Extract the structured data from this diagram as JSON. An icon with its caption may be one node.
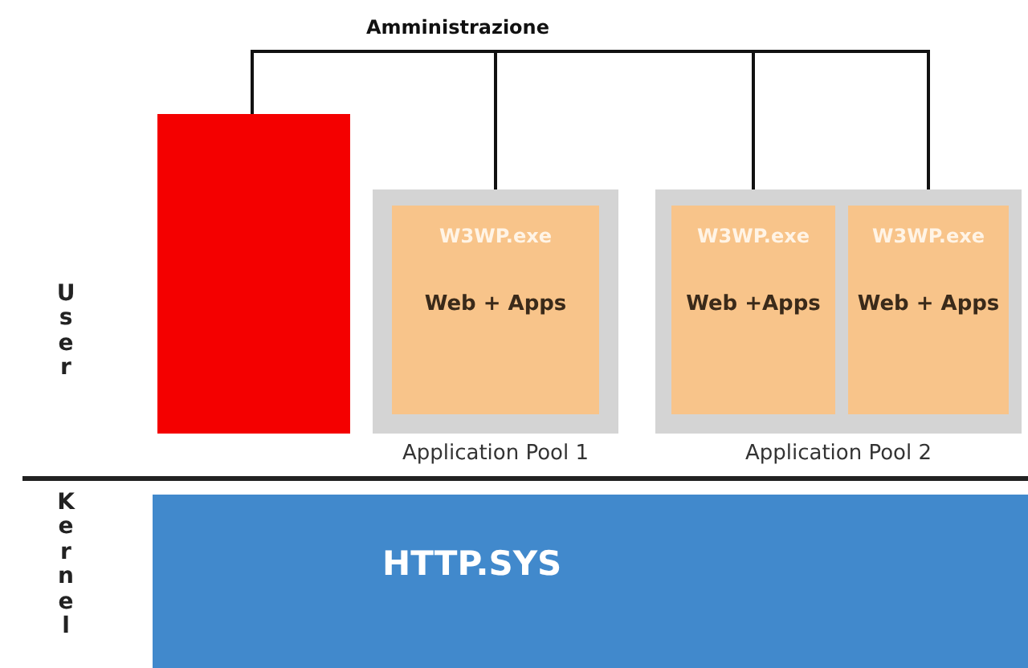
{
  "diagram": {
    "nodes": [
      {
        "text": [],
        "shape": "box"
      },
      {
        "text": [
          "Application Pool 1"
        ]
      },
      {
        "text": [
          "W3WP.exe",
          "Web + Apps"
        ],
        "in": 1
      },
      {
        "text": [
          "Application Pool 2"
        ]
      },
      {
        "text": [
          "W3WP.exe",
          "Web +Apps"
        ],
        "in": 3
      },
      {
        "text": [
          "W3WP.exe",
          "Web + Apps"
        ],
        "in": 3
      },
      {
        "text": [
          "HTTP.SYS"
        ]
      }
    ],
    "edges": [
      {
        "from": 0,
        "to": 1,
        "arrow": "none"
      },
      {
        "from": 0,
        "to": 4,
        "arrow": "none"
      },
      {
        "from": 0,
        "to": 5,
        "arrow": "none"
      }
    ],
    "labels": [
      "Amministrazione",
      "User",
      "Kernel"
    ]
  }
}
